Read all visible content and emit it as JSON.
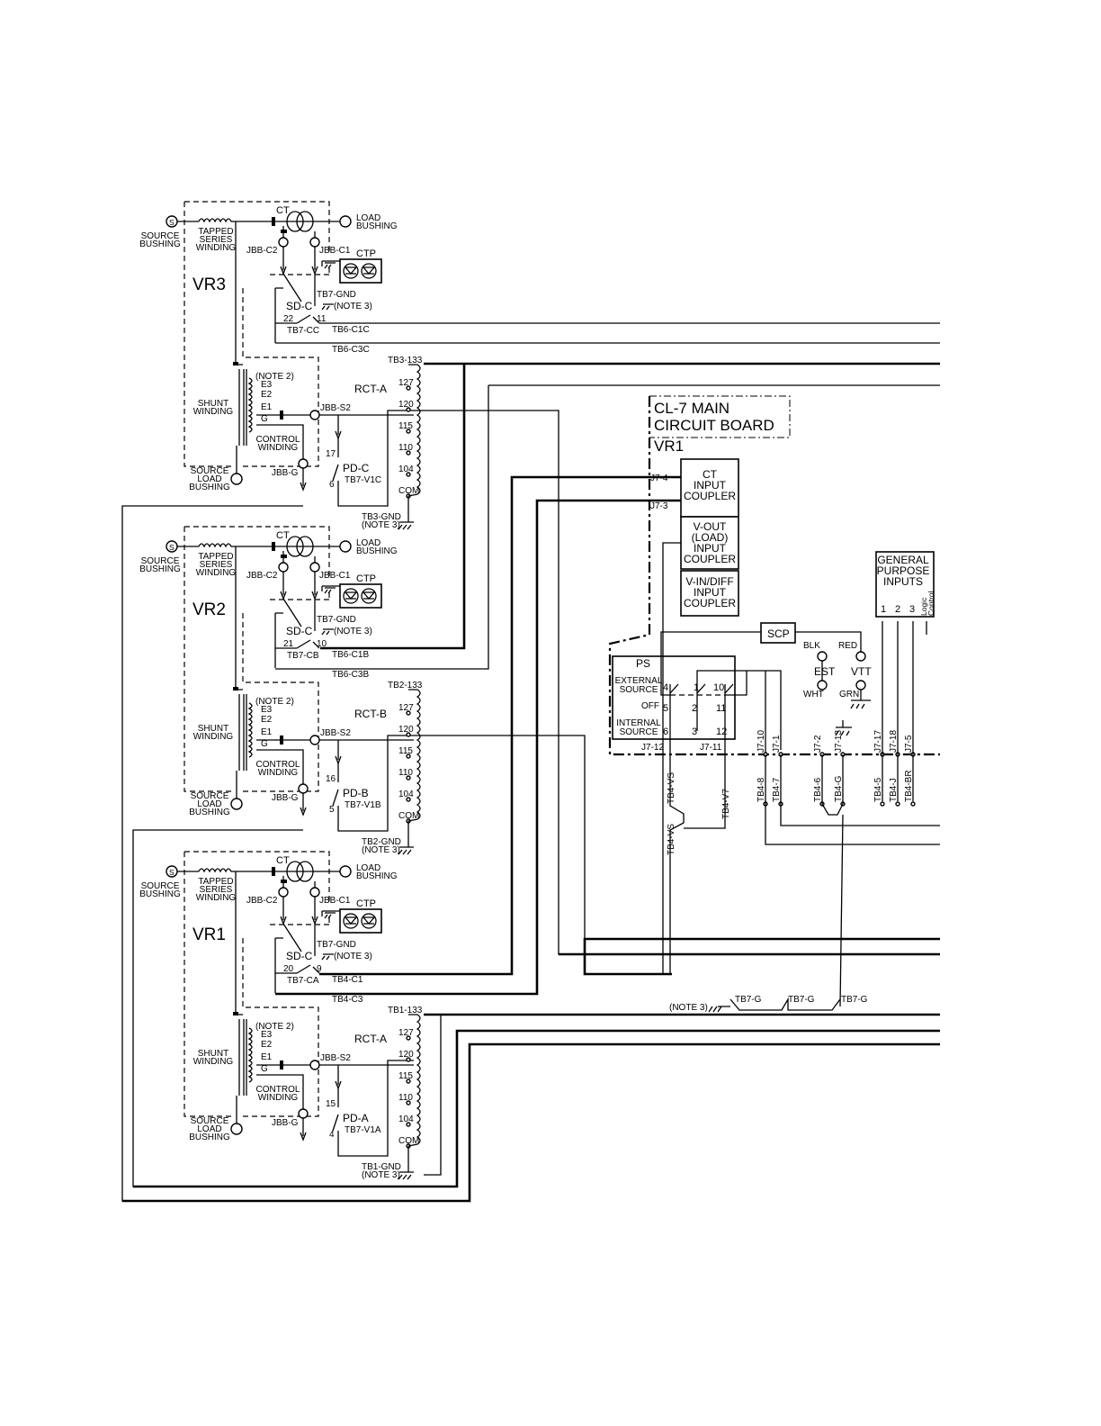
{
  "regulators": [
    {
      "id": "VR3",
      "source_bushing": "SOURCE\nBUSHING",
      "load_bushing": "LOAD\nBUSHING",
      "series_winding": "TAPPED\nSERIES\nWINDING",
      "ct": "CT",
      "ctp": "CTP",
      "jbb_c2": "JBB-C2",
      "jbb_c1": "JBB-C1",
      "tb7_gnd": "TB7-GND",
      "note3": "(NOTE 3)",
      "sd": "SD-C",
      "sd_num_left": "22",
      "sd_num_right": "11",
      "sd_terminal": "TB7-CC",
      "tb6_c1": "TB6-C1C",
      "tb6_c3": "TB6-C3C",
      "note2": "(NOTE 2)",
      "e3": "E3",
      "e2": "E2",
      "e1": "E1",
      "g": "G",
      "shunt": "SHUNT\nWINDING",
      "control": "CONTROL\nWINDING",
      "jbb_s2": "JBB-S2",
      "jbb_g": "JBB-G",
      "sl_bushing": "SOURCE\nLOAD\nBUSHING",
      "rct": "RCT-A",
      "tb_top": "TB3-133",
      "taps": [
        "127",
        "120",
        "115",
        "110",
        "104",
        "COM"
      ],
      "tb_gnd": "TB3-GND\n(NOTE 3)",
      "pd": "PD-C",
      "pd_top": "17",
      "pd_bottom": "6",
      "pd_terminal": "TB7-V1C"
    },
    {
      "id": "VR2",
      "source_bushing": "SOURCE\nBUSHING",
      "load_bushing": "LOAD\nBUSHING",
      "series_winding": "TAPPED\nSERIES\nWINDING",
      "ct": "CT",
      "ctp": "CTP",
      "jbb_c2": "JBB-C2",
      "jbb_c1": "JBB-C1",
      "tb7_gnd": "TB7-GND",
      "note3": "(NOTE 3)",
      "sd": "SD-C",
      "sd_num_left": "21",
      "sd_num_right": "10",
      "sd_terminal": "TB7-CB",
      "tb6_c1": "TB6-C1B",
      "tb6_c3": "TB6-C3B",
      "note2": "(NOTE 2)",
      "e3": "E3",
      "e2": "E2",
      "e1": "E1",
      "g": "G",
      "shunt": "SHUNT\nWINDING",
      "control": "CONTROL\nWINDING",
      "jbb_s2": "JBB-S2",
      "jbb_g": "JBB-G",
      "sl_bushing": "SOURCE\nLOAD\nBUSHING",
      "rct": "RCT-B",
      "tb_top": "TB2-133",
      "taps": [
        "127",
        "120",
        "115",
        "110",
        "104",
        "COM"
      ],
      "tb_gnd": "TB2-GND\n(NOTE 3)",
      "pd": "PD-B",
      "pd_top": "16",
      "pd_bottom": "5",
      "pd_terminal": "TB7-V1B"
    },
    {
      "id": "VR1",
      "source_bushing": "SOURCE\nBUSHING",
      "load_bushing": "LOAD\nBUSHING",
      "series_winding": "TAPPED\nSERIES\nWINDING",
      "ct": "CT",
      "ctp": "CTP",
      "jbb_c2": "JBB-C2",
      "jbb_c1": "JBB-C1",
      "tb7_gnd": "TB7-GND",
      "note3": "(NOTE 3)",
      "sd": "SD-C",
      "sd_num_left": "20",
      "sd_num_right": "9",
      "sd_terminal": "TB7-CA",
      "tb6_c1": "TB4-C1",
      "tb6_c3": "TB4-C3",
      "note2": "(NOTE 2)",
      "e3": "E3",
      "e2": "E2",
      "e1": "E1",
      "g": "G",
      "shunt": "SHUNT\nWINDING",
      "control": "CONTROL\nWINDING",
      "jbb_s2": "JBB-S2",
      "jbb_g": "JBB-G",
      "sl_bushing": "SOURCE\nLOAD\nBUSHING",
      "rct": "RCT-A",
      "tb_top": "TB1-133",
      "taps": [
        "127",
        "120",
        "115",
        "110",
        "104",
        "COM"
      ],
      "tb_gnd": "TB1-GND\n(NOTE 3)",
      "pd": "PD-A",
      "pd_top": "15",
      "pd_bottom": "4",
      "pd_terminal": "TB7-V1A"
    }
  ],
  "main_board": {
    "title_line1": "CL-7 MAIN",
    "title_line2": "CIRCUIT BOARD",
    "subtitle": "VR1",
    "j7_4": "J7-4",
    "j7_3": "J7-3",
    "ct_coupler": "CT\nINPUT\nCOUPLER",
    "vout_coupler": "V-OUT\n(LOAD)\nINPUT\nCOUPLER",
    "vin_coupler": "V-IN/DIFF\nINPUT\nCOUPLER",
    "scp": "SCP",
    "blk": "BLK",
    "red": "RED",
    "est": "EST",
    "vtt": "VTT",
    "wht": "WHT",
    "grn": "GRN",
    "gp_inputs": "GENERAL\nPURPOSE\nINPUTS",
    "gp_pins": [
      "1",
      "2",
      "3"
    ],
    "logic_control": "Logic\nControl",
    "ps": "PS",
    "external_source": "EXTERNAL\nSOURCE",
    "off": "OFF",
    "internal_source": "INTERNAL\nSOURCE",
    "ps_pins": [
      "4",
      "1",
      "10",
      "5",
      "2",
      "11",
      "6",
      "3",
      "12"
    ],
    "j7_12": "J7-12",
    "j7_11": "J7-11",
    "j7_labels": [
      "J7-10",
      "J7-1",
      "J7-2",
      "J7-13",
      "J7-17",
      "J7-18",
      "J7-5"
    ],
    "tb4_labels": [
      "TB4-8",
      "TB4-7",
      "TB4-6",
      "TB4-G",
      "TB4-5",
      "TB4-J",
      "TB4-BR"
    ],
    "tb4_vs": "TB4-VS",
    "tb4_v7": "TB4-V7",
    "tb4_vs2": "TB4-VS",
    "note3": "(NOTE 3)",
    "tb7_g": [
      "TB7-G",
      "TB7-G",
      "TB7-G"
    ]
  }
}
